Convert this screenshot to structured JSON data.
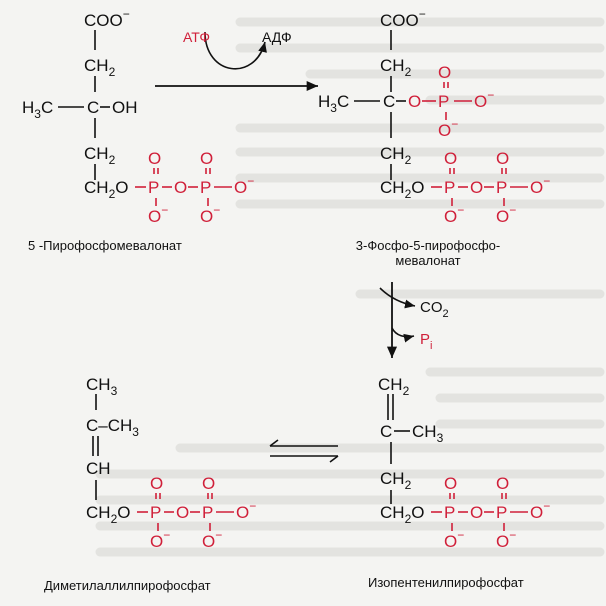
{
  "colors": {
    "background": "#f4f4f2",
    "ink": "#111111",
    "phosphate": "#d0203a"
  },
  "reagents": {
    "atp": "АТФ",
    "adp": "АДФ",
    "co2": "CO",
    "co2_sub": "2",
    "pi": "P",
    "pi_sub": "i"
  },
  "compounds": {
    "mevalonate_pp": "5 -Пирофосфомевалонат",
    "phospho_mevalonate_pp_line1": "3-Фосфо-5-пирофосфо-",
    "phospho_mevalonate_pp_line2": "мевалонат",
    "dimethylallyl_pp": "Диметилаллилпирофосфат",
    "isopentenyl_pp": "Изопентенилпирофосфат"
  },
  "atoms": {
    "coo": "COO",
    "ch2": "CH",
    "ch3": "CH",
    "h3c": "H",
    "c": "C",
    "oh": "OH",
    "o": "O",
    "p": "P",
    "two": "2",
    "three": "3",
    "minus": "−",
    "ch": "C–CH",
    "h": "H"
  }
}
